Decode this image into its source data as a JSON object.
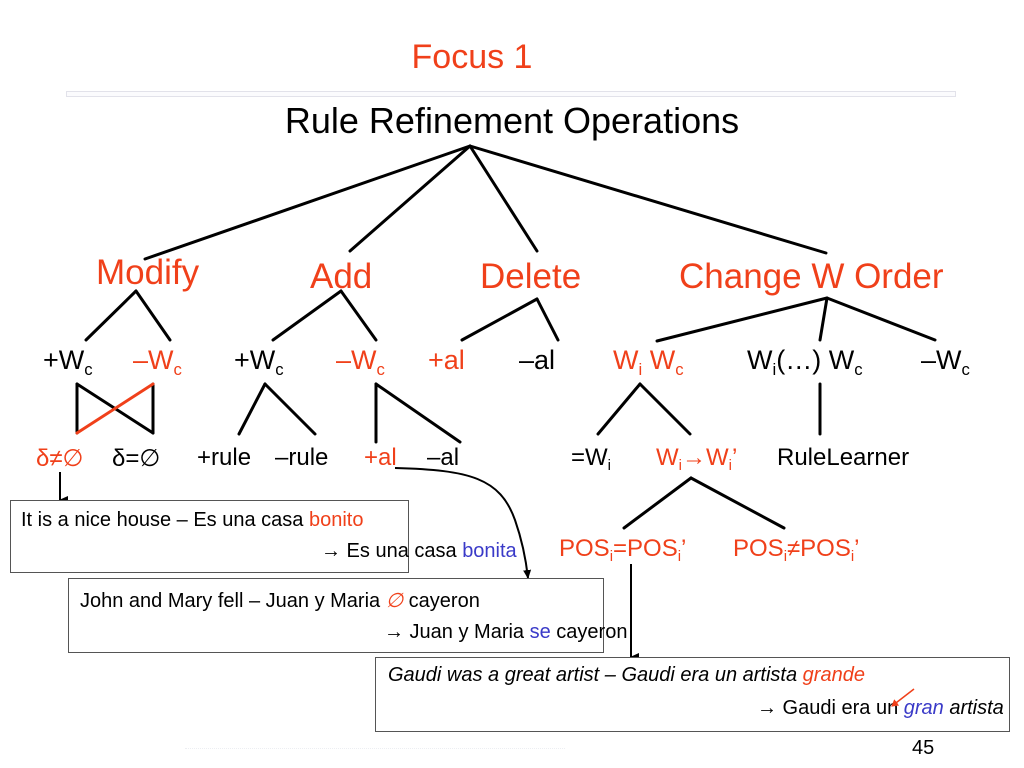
{
  "slide": {
    "title": "Focus 1",
    "heading": "Rule Refinement Operations",
    "page_number": "45",
    "colors": {
      "accent": "#f0401a",
      "highlight": "#3a3ac8",
      "text": "#000000"
    }
  },
  "categories": {
    "modify": "Modify",
    "add": "Add",
    "delete": "Delete",
    "change_order": "Change W Order"
  },
  "level2": {
    "modify_plus": {
      "sign": "+",
      "base": "W",
      "sub": "c"
    },
    "modify_minus": {
      "sign": "–",
      "base": "W",
      "sub": "c"
    },
    "add_plus": {
      "sign": "+",
      "base": "W",
      "sub": "c"
    },
    "add_minus": {
      "sign": "–",
      "base": "W",
      "sub": "c"
    },
    "delete_plus_al": "+al",
    "delete_minus_al": "–al",
    "order_wi_wc": {
      "a": "W",
      "a_sub": "i",
      "b": "W",
      "b_sub": "c"
    },
    "order_wi_dots_wc": {
      "a": "W",
      "a_sub": "i",
      "mid": "(…)",
      "b": "W",
      "b_sub": "c"
    },
    "order_minus_wc": {
      "sign": "–",
      "base": "W",
      "sub": "c"
    }
  },
  "level3": {
    "delta_neq_empty": "δ≠∅",
    "delta_eq_empty": "δ=∅",
    "plus_rule": "+rule",
    "minus_rule": "–rule",
    "plus_al": "+al",
    "minus_al": "–al",
    "eq_wi": {
      "prefix": "=",
      "base": "W",
      "sub": "i"
    },
    "wi_to_wi_prime": {
      "a": "W",
      "a_sub": "i",
      "arrow": "→",
      "b": "W",
      "b_sub": "i",
      "prime": "’"
    },
    "rule_learner": "RuleLearner"
  },
  "level4": {
    "pos_eq": {
      "a": "POS",
      "a_sub": "i",
      "op": "=",
      "b": "POS",
      "b_sub": "i",
      "prime": "’"
    },
    "pos_neq": {
      "a": "POS",
      "a_sub": "i",
      "op": "≠",
      "b": "POS",
      "b_sub": "i",
      "prime": "’"
    }
  },
  "examples": [
    {
      "line1_plain": "It is a nice house – Es una casa ",
      "line1_marked": "bonito",
      "line2_plain": "→ Es una casa ",
      "line2_marked": "bonita",
      "line2_tail": ""
    },
    {
      "line1_plain": "John and Mary fell – Juan y Maria ",
      "line1_marked": "∅",
      "line1_tail": " cayeron",
      "line2_plain": "→ Juan y Maria ",
      "line2_marked": "se",
      "line2_tail": " cayeron"
    },
    {
      "line1_plain": "Gaudi was a great artist – Gaudi era un artista ",
      "line1_marked": "grande",
      "line2_plain": "→ Gaudi era un ",
      "line2_marked": "gran",
      "line2_tail": " artista"
    }
  ]
}
